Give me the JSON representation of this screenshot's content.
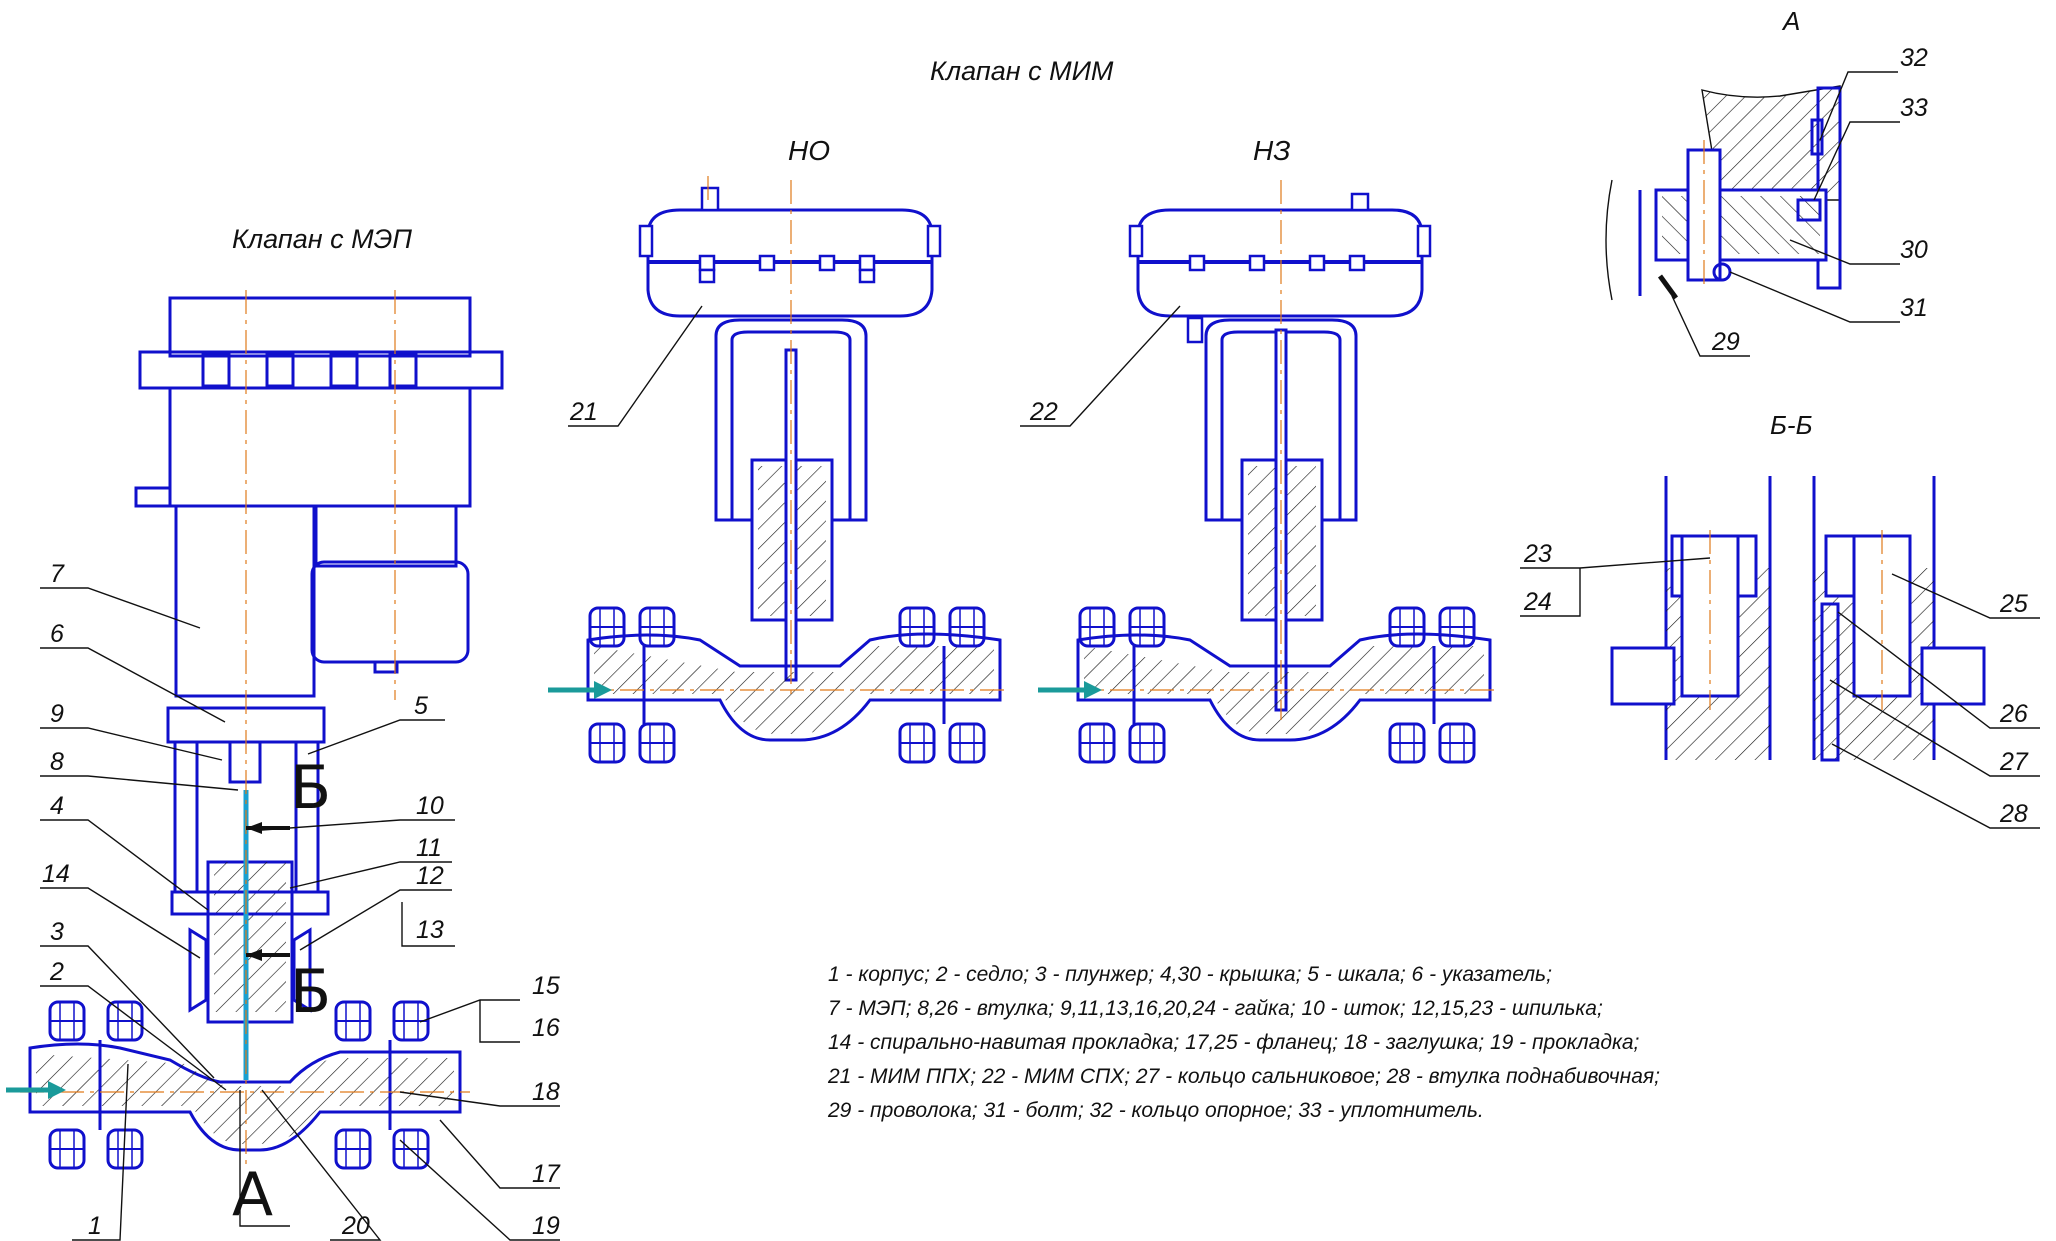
{
  "titles": {
    "mep_valve": "Клапан с МЭП",
    "mim_valve": "Клапан с МИМ",
    "normally_open": "НО",
    "normally_closed": "НЗ",
    "view_a": "А",
    "section_bb": "Б-Б"
  },
  "markers": {
    "b_top": "Б",
    "b_bottom": "Б",
    "a_bottom": "А"
  },
  "callouts_mep": [
    "7",
    "6",
    "9",
    "8",
    "4",
    "14",
    "3",
    "2",
    "1",
    "5",
    "10",
    "11",
    "12",
    "13",
    "15",
    "16",
    "18",
    "17",
    "19",
    "20"
  ],
  "callouts_mim": [
    "21",
    "22"
  ],
  "callouts_view_a": [
    "32",
    "33",
    "30",
    "31",
    "29"
  ],
  "callouts_section": [
    "23",
    "24",
    "25",
    "26",
    "27",
    "28"
  ],
  "legend": [
    "1 - корпус; 2 - седло; 3 - плунжер; 4,30 - крышка; 5 - шкала; 6 - указатель;",
    "7 - МЭП; 8,26 - втулка; 9,11,13,16,20,24 - гайка; 10 - шток; 12,15,23 - шпилька;",
    "14 - спирально-навитая прокладка; 17,25 - фланец; 18 - заглушка; 19 - прокладка;",
    "21 - МИМ ППХ; 22 - МИМ СПХ; 27 - кольцо сальниковое; 28 - втулка поднабивочная;",
    "29 - проволока; 31 - болт; 32 - кольцо опорное; 33 - уплотнитель."
  ],
  "colors": {
    "outline": "#1010cc",
    "centerline": "#e07a1a",
    "flow_arrow": "#1a9a9a",
    "stem_highlight": "#1aa0d0"
  },
  "icons": [
    "flow-arrow-icon"
  ]
}
